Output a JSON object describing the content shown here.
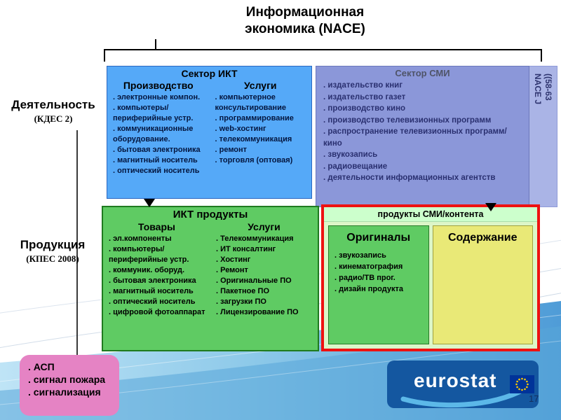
{
  "slide": {
    "title_line1": "Информационная",
    "title_line2": "экономика (NACE)",
    "page_number": "17"
  },
  "labels": {
    "activity": "Деятельность",
    "activity_sub": "(КДЕС 2)",
    "products": "Продукция",
    "products_sub": "(КПЕС 2008)"
  },
  "ict_sector": {
    "title": "Сектор ИКТ",
    "production": {
      "title": "Производство",
      "items": [
        "электронные компон.",
        "компьютеры/ периферийные устр.",
        "коммуникационные оборудование.",
        "бытовая электроника",
        "магнитный носитель",
        "оптический носитель"
      ]
    },
    "services": {
      "title": "Услуги",
      "items": [
        "компьютерное консультирование",
        "программирование",
        "web-хостинг",
        "телекоммуникация",
        "ремонт",
        "торговля (оптовая)"
      ]
    }
  },
  "media_sector": {
    "title": "Сектор СМИ",
    "tab_line1": "NACE J",
    "tab_line2": "((58-63",
    "items": [
      "издательство книг",
      "издательство газет",
      "производство кино",
      "производство телевизионных программ",
      "распространение телевизионных программ/кино",
      "звукозапись",
      "радиовещание",
      "деятельности информационных агентств"
    ]
  },
  "ict_products": {
    "title": "ИКТ продукты",
    "goods": {
      "title": "Товары",
      "items": [
        "эл.компоненты",
        "компьютеры/ периферийные устр.",
        "коммуник. оборуд.",
        "бытовая электроника",
        "магнитный носитель",
        "оптический носитель",
        "цифровой фотоаппарат"
      ]
    },
    "services": {
      "title": "Услуги",
      "items": [
        "Телекоммуникация",
        "ИТ консалтинг",
        "Хостинг",
        "Ремонт",
        "Оригинальные ПО",
        "Пакетное ПО",
        "загрузки ПО",
        "Лицензирование ПО"
      ]
    }
  },
  "media_products": {
    "title": "продукты СМИ/контента",
    "originals": {
      "title": "Оригиналы",
      "items": [
        "звукозапись",
        "кинематография",
        "радио/ТВ прог.",
        "дизайн продукта"
      ]
    },
    "content": {
      "title": "Содержание"
    }
  },
  "pink_box": {
    "items": [
      "АСП",
      "сигнал пожара",
      "сигнализация"
    ]
  },
  "footer": {
    "logo_text": "eurostat"
  },
  "colors": {
    "ict_blue": "#55a9f8",
    "media_purple": "#8b97d9",
    "media_tab_purple": "#aab4e6",
    "products_green": "#5fcb63",
    "originals_green": "#5fcb63",
    "content_yellow": "#e9e977",
    "media_products_border_red": "#ee1111",
    "header_band_green": "#ccffcc",
    "pink": "#e583c4",
    "eu_flag_blue": "#003399",
    "star_yellow": "#ffcc00",
    "band_blue_dark": "#1457a0"
  }
}
